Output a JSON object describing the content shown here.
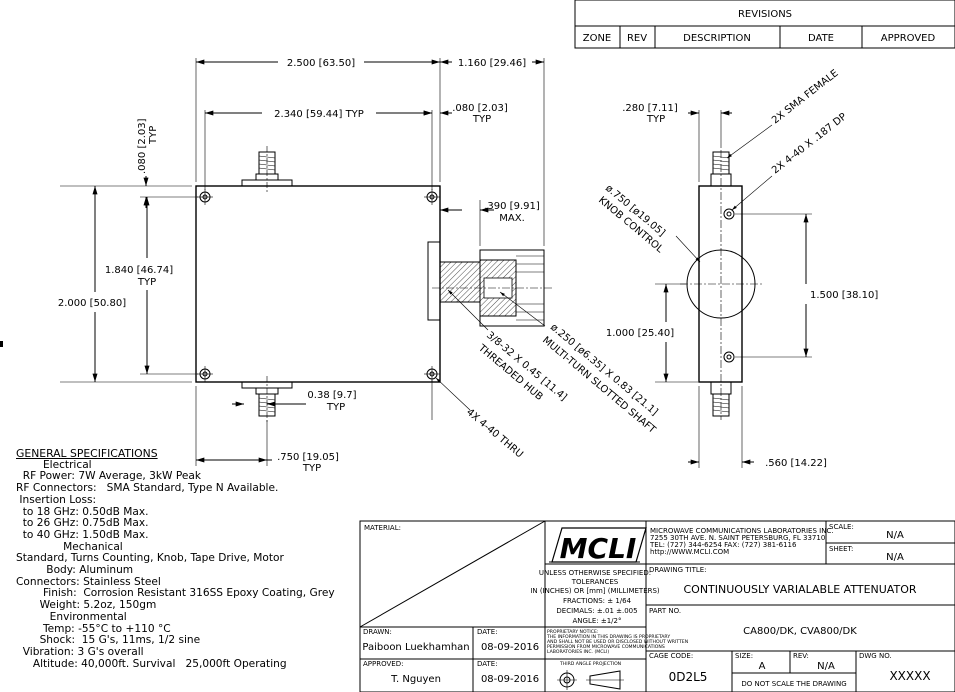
{
  "revisions": {
    "title": "REVISIONS",
    "columns": [
      "ZONE",
      "REV",
      "DESCRIPTION",
      "DATE",
      "APPROVED"
    ]
  },
  "dimensions": {
    "width_overall": "2.500 [63.50]",
    "knob_length": "1.160 [29.46]",
    "hole_spacing_x": "2.340 [59.44] TYP",
    "edge_offset_right": ".080 [2.03]",
    "edge_offset_right_typ": "TYP",
    "edge_offset_top": ".080 [2.03]",
    "edge_offset_top_typ": "TYP",
    "max_protrusion": ".390 [9.91]",
    "max_protrusion_note": "MAX.",
    "hole_spacing_y": "1.840 [46.74]",
    "hole_spacing_y_typ": "TYP",
    "height_overall": "2.000 [50.80]",
    "connector_offset": "0.38 [9.7]",
    "connector_offset_typ": "TYP",
    "connector_pos": ".750 [19.05]",
    "connector_pos_typ": "TYP",
    "side_conn_offset": ".280 [7.11]",
    "side_conn_offset_typ": "TYP",
    "side_hole_spacing": "1.500 [38.10]",
    "side_center": "1.000 [25.40]",
    "side_thickness": ".560 [14.22]",
    "callout_sma": "2X SMA FEMALE",
    "callout_tap": "2X 4-40 X .187 DP",
    "callout_knob": "ø.750 [ø19.05]",
    "callout_knob_2": "KNOB CONTROL",
    "callout_hub": "3/8-32 X 0.45 [11.4]",
    "callout_hub_2": "THREADED HUB",
    "callout_shaft": "ø.250 [ø6.35] X 0.83 [21.1]",
    "callout_shaft_2": "MULTI-TURN SLOTTED SHAFT",
    "callout_thru": "4X 4-40 THRU"
  },
  "specs": {
    "title": "GENERAL SPECIFICATIONS",
    "lines": [
      "        Electrical",
      "  RF Power: 7W Average, 3kW Peak",
      "RF Connectors:   SMA Standard, Type N Available.",
      " Insertion Loss:",
      "  to 18 GHz: 0.50dB Max.",
      "  to 26 GHz: 0.75dB Max.",
      "  to 40 GHz: 1.50dB Max.",
      "              Mechanical",
      "Standard, Turns Counting, Knob, Tape Drive, Motor",
      "         Body: Aluminum",
      "Connectors: Stainless Steel",
      "        Finish:  Corrosion Resistant 316SS Epoxy Coating, Grey",
      "       Weight: 5.2oz, 150gm",
      "          Environmental",
      "        Temp: -55°C to +110 °C",
      "       Shock:  15 G's, 11ms, 1/2 sine",
      "  Vibration: 3 G's overall",
      "     Altitude: 40,000ft. Survival   25,000ft Operating"
    ]
  },
  "title_block": {
    "material_label": "MATERIAL:",
    "logo": "MCLI",
    "company_1": "MICROWAVE COMMUNICATIONS LABORATORIES INC.",
    "company_2": "7255 30TH AVE. N. SAINT PETERSBURG, FL 33710",
    "company_3": "TEL: (727) 344-6254   FAX: (727) 381-6116",
    "company_4": "http://WWW.MCLI.COM",
    "scale_label": "SCALE:",
    "scale_value": "N/A",
    "sheet_label": "SHEET:",
    "sheet_value": "N/A",
    "tol_1": "UNLESS OTHERWISE SPECIFIED:",
    "tol_2": "TOLERANCES",
    "tol_3": "IN (INCHES) OR [mm] (MILLIMETERS)",
    "tol_4": "FRACTIONS: ± 1/64",
    "tol_5": "DECIMALS: ±.01 ±.005",
    "tol_6": "ANGLE: ±1/2°",
    "drawing_title_label": "DRAWING TITLE:",
    "drawing_title": "CONTINUOUSLY VARIALABLE ATTENUATOR",
    "part_no_label": "PART NO.",
    "part_no": "CA800/DK, CVA800/DK",
    "drawn_label": "DRAWN:",
    "drawn_by": "Paiboon Luekhamhan",
    "drawn_date_label": "DATE:",
    "drawn_date": "08-09-2016",
    "approved_label": "APPROVED:",
    "approved_by": "T. Nguyen",
    "approved_date_label": "DATE:",
    "approved_date": "08-09-2016",
    "notice_1": "PROPRIETARY NOTICE:",
    "notice_2": "THE INFORMATION IN THIS DRAWING IS PROPRIETARY",
    "notice_3": "AND SHALL NOT BE USED OR DISCLOSED WITHOUT WRITTEN",
    "notice_4": "PERMISSION FROM MICROWAVE COMMUNICATIONS",
    "notice_5": "LABORATORIES INC. (MCLI)",
    "projection_label": "THIRD ANGLE PROJECTION",
    "cage_label": "CAGE CODE:",
    "cage_code": "0D2L5",
    "size_label": "SIZE:",
    "size_value": "A",
    "rev_label": "REV:",
    "rev_value": "N/A",
    "dwg_label": "DWG NO.",
    "dwg_value": "XXXXX",
    "no_scale": "DO NOT SCALE THE DRAWING"
  }
}
